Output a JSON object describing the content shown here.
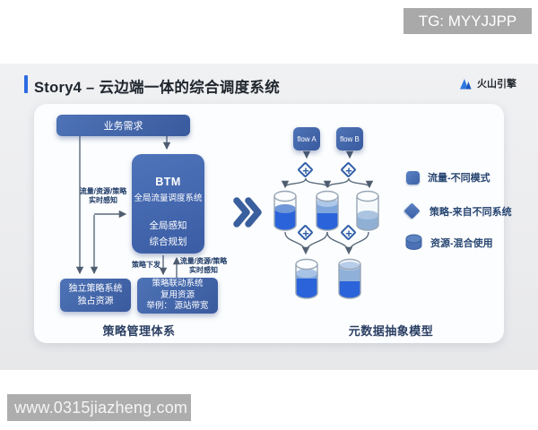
{
  "watermarks": {
    "top": "TG: MYYJJPP",
    "bottom": "www.0315jiazheng.com"
  },
  "slide": {
    "title": "Story4 – 云边端一体的综合调度系统",
    "brand": "火山引擎",
    "left_diagram": {
      "caption": "策略管理体系",
      "nodes": {
        "business_demand": "业务需求",
        "btm_title": "BTM",
        "btm_subtitle": "全局流量调度系统",
        "btm_line2": "全局感知",
        "btm_line3": "综合规划",
        "independent_line1": "独立策略系统",
        "independent_line2": "独占资源",
        "linkage_line1": "策略联动系统",
        "linkage_line2": "复用资源",
        "linkage_line3": "举例： 源站带宽"
      },
      "labels": {
        "perceive_left_line1": "流量/资源/策略",
        "perceive_left_line2": "实时感知",
        "policy_dispatch": "策略下发",
        "perceive_right_line1": "流量/资源/策略",
        "perceive_right_line2": "实时感知"
      }
    },
    "right_diagram": {
      "caption": "元数据抽象模型",
      "flow_a": "flow A",
      "flow_b": "flow B",
      "plus": "+",
      "cylinder_fill_levels": [
        0.55,
        0.75,
        0.3,
        0.55,
        0.9
      ],
      "legend": [
        {
          "icon": "square-icon",
          "label": "流量-不同模式"
        },
        {
          "icon": "diamond-icon",
          "label": "策略-来自不同系统"
        },
        {
          "icon": "cylinder-icon",
          "label": "资源-混合使用"
        }
      ]
    },
    "colors": {
      "node_blue_light": "#4e73b6",
      "node_blue_dark": "#3a5a9e",
      "bright_fill": "#2a63da",
      "light_fill": "#8fb0d4",
      "connector": "#5a6a7c",
      "label_navy": "#1d3a66",
      "title_accent": "#2c6be0"
    }
  }
}
